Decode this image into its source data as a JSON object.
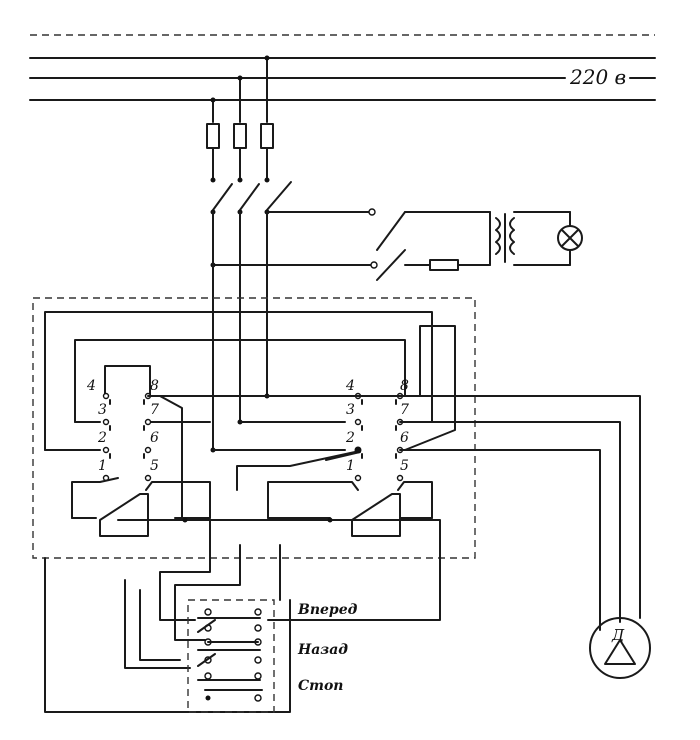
{
  "supply": {
    "voltage_label": "220 в"
  },
  "contactor_left": {
    "terminals": [
      "4",
      "3",
      "2",
      "1",
      "8",
      "7",
      "6",
      "5"
    ]
  },
  "contactor_right": {
    "terminals": [
      "4",
      "3",
      "2",
      "1",
      "8",
      "7",
      "6",
      "5"
    ]
  },
  "push_buttons": {
    "forward": "Вперед",
    "reverse": "Назад",
    "stop": "Стоп"
  },
  "motor": {
    "label": "Д"
  }
}
